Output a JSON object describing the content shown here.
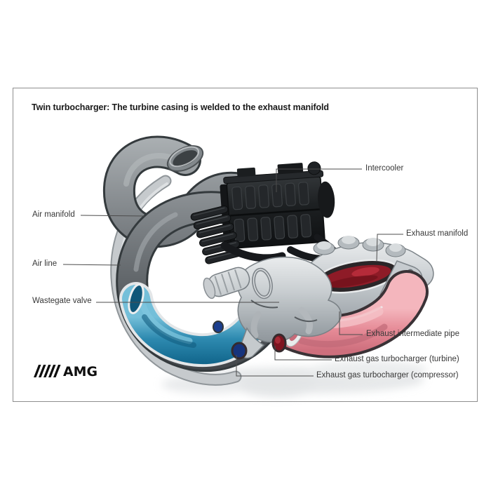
{
  "title": "Twin turbocharger: The turbine casing is welded to the exhaust manifold",
  "callouts": {
    "air_manifold": "Air manifold",
    "air_line": "Air line",
    "wastegate_valve": "Wastegate valve",
    "intercooler": "Intercooler",
    "exhaust_manifold": "Exhaust manifold",
    "exhaust_intermediate_pipe": "Exhaust intermediate pipe",
    "turbo_turbine": "Exhaust gas turbocharger (turbine)",
    "turbo_compressor": "Exhaust gas turbocharger (compressor)"
  },
  "logo": {
    "brand": "AMG"
  },
  "colors": {
    "frame_border": "#8e8e8e",
    "label_text": "#383838",
    "leader_line": "#4c4c4c",
    "pipe_gray": "#6e7478",
    "air_line_gray": "#c6cacd",
    "intercooler_black": "#1b1d1f",
    "turbo_silver": "#c8cdd0",
    "exhaust_pink": "#e68b97",
    "exhaust_red": "#8e1b27",
    "charge_air_blue": "#2e8ab0",
    "compressor_blue": "#16337c"
  }
}
